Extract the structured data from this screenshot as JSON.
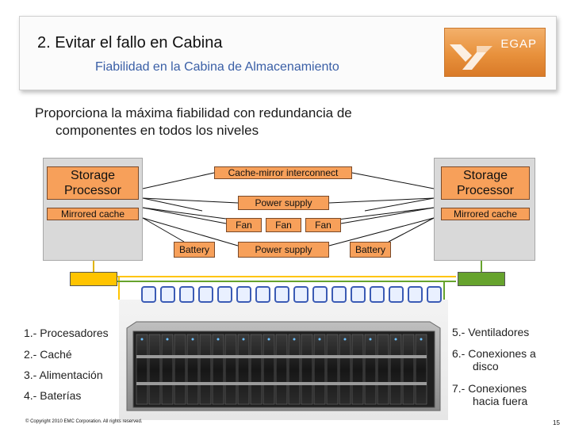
{
  "header": {
    "title": "2. Evitar el fallo en Cabina",
    "subtitle": "Fiabilidad en la Cabina de Almacenamiento",
    "logo_text": "EGAP"
  },
  "intro": {
    "line1": "Proporciona la máxima fiabilidad con redundancia de",
    "line2": "componentes en todos los niveles"
  },
  "diagram": {
    "sp_left": {
      "title_line1": "Storage",
      "title_line2": "Processor",
      "cache": "Mirrored cache"
    },
    "sp_right": {
      "title_line1": "Storage",
      "title_line2": "Processor",
      "cache": "Mirrored cache"
    },
    "cache_mirror": "Cache-mirror interconnect",
    "power_supply_top": "Power supply",
    "fans": [
      "Fan",
      "Fan",
      "Fan"
    ],
    "battery_left": "Battery",
    "power_supply_bottom": "Power supply",
    "battery_right": "Battery",
    "colors": {
      "box_orange": "#f7a05a",
      "link_yellow": "#ffc400",
      "link_green": "#66a32d",
      "disk_blue": "#3b5bb5"
    }
  },
  "list_left": [
    "1.- Procesadores",
    "2.- Caché",
    "3.- Alimentación",
    "4.- Baterías"
  ],
  "list_right": [
    {
      "line1": "5.- Ventiladores",
      "line2": ""
    },
    {
      "line1": "6.- Conexiones a",
      "line2": "disco"
    },
    {
      "line1": "7.- Conexiones",
      "line2": "hacia fuera"
    }
  ],
  "footer": {
    "copyright": "© Copyright 2010 EMC Corporation. All rights reserved.",
    "page": "15"
  }
}
